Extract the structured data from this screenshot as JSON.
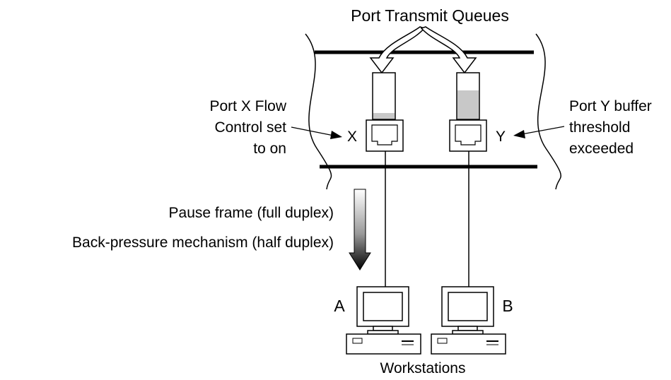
{
  "title": "Port Transmit Queues",
  "ports": {
    "x": {
      "label": "X",
      "note": [
        "Port X Flow",
        "Control set",
        "to on"
      ],
      "queue_fill": 0.13
    },
    "y": {
      "label": "Y",
      "note": [
        "Port Y buffer",
        "threshold",
        "exceeded"
      ],
      "queue_fill": 0.62
    }
  },
  "flow_control": {
    "line1": "Pause frame (full duplex)",
    "line2": "Back-pressure mechanism (half duplex)"
  },
  "workstations": {
    "a_label": "A",
    "b_label": "B",
    "caption": "Workstations"
  },
  "colors": {
    "queue_fill": "#c8c8c8",
    "stroke": "#000000"
  }
}
